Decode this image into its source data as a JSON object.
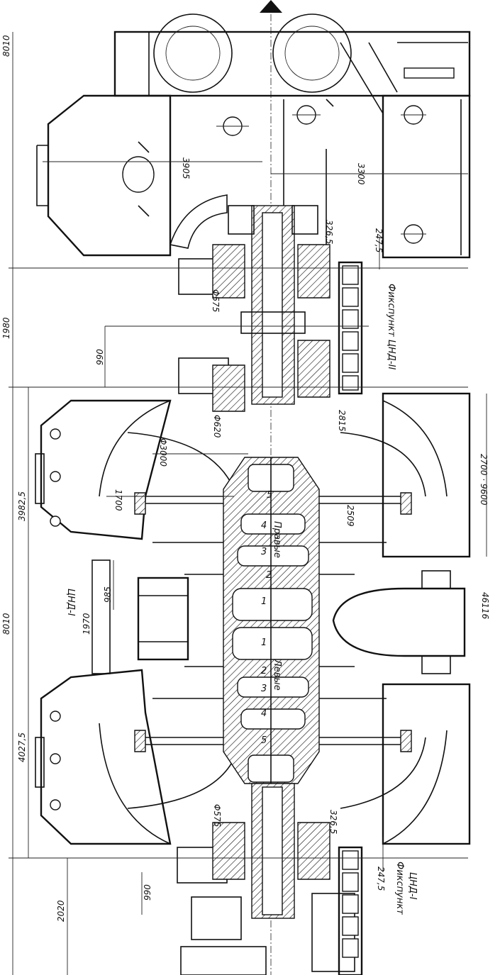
{
  "dimensions": {
    "d_8010_top": "8010",
    "d_8010_mid": "8010",
    "d_1980": "1980",
    "d_2020": "2020",
    "d_3982_5": "3982,5",
    "d_4027_5": "4027,5",
    "d_1970": "1970",
    "d_985": "985",
    "d_1700": "1700",
    "d_990_upper": "990",
    "d_990_lower": "990",
    "d_3905": "3905",
    "d_3300": "3300",
    "d_2475_upper": "247,5",
    "d_2475_lower": "247,5",
    "d_3265_upper": "326,5",
    "d_3265_lower": "326,5",
    "d_phi575_upper": "Φ575",
    "d_phi575_lower": "Φ575",
    "d_phi620": "Φ620",
    "d_phi3000": "Φ3000",
    "d_2815": "2815",
    "d_2509": "2509",
    "d_2700_9600": "2700 · 9600",
    "d_46116": "46116"
  },
  "labels": {
    "cnd1": "ЦНД-I",
    "fixpoint_cnd2": "Фикспункт ЦНД-II",
    "fixpoint_cnd1_line1": "Фикспункт",
    "fixpoint_cnd1_line2": "ЦНД-I",
    "pravye": "Правые",
    "levye": "Левые",
    "stage_1_right": "1",
    "stage_2_right": "2",
    "stage_3_right": "3",
    "stage_4_right": "4",
    "stage_5_right": "5",
    "stage_1_left": "1",
    "stage_2_left": "2",
    "stage_3_left": "3",
    "stage_4_left": "4",
    "stage_5_left": "5"
  }
}
